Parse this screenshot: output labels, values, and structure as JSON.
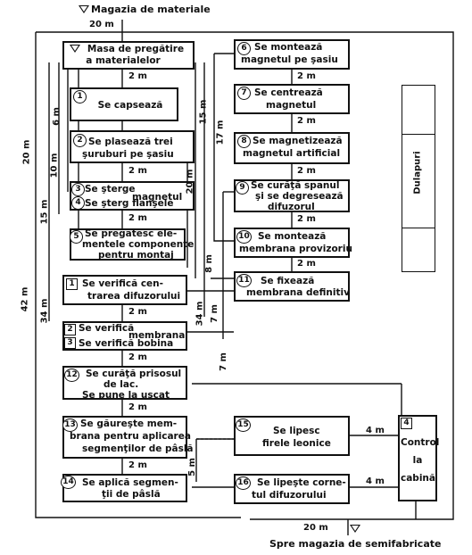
{
  "header": {
    "source": "Magazia de materiale",
    "source_dist": "20 m"
  },
  "footer": {
    "dest": "Spre magazia de semifabricate",
    "dest_dist": "20 m"
  },
  "prep": {
    "label_1": "Masa de pregătire",
    "label_2": "a materialelor"
  },
  "left": [
    {
      "num": "1",
      "lines": [
        "Se capsează"
      ]
    },
    {
      "num": "2",
      "lines": [
        "Se plasează  trei",
        "şuruburi pe şasiu"
      ]
    },
    {
      "num": "3",
      "lines": [
        "Se şterge",
        "magnetul"
      ]
    },
    {
      "num": "4",
      "lines": [
        "Se şterg flanşele"
      ]
    },
    {
      "num": "5",
      "lines": [
        "Se pregătesc ele-",
        "mentele componente",
        "pentru  montaj"
      ]
    }
  ],
  "right": [
    {
      "num": "6",
      "lines": [
        "Se montează",
        "magnetul pe şasiu"
      ]
    },
    {
      "num": "7",
      "lines": [
        "Se centrează",
        "magnetul"
      ]
    },
    {
      "num": "8",
      "lines": [
        "Se magnetizează",
        "magnetul artificial"
      ]
    },
    {
      "num": "9",
      "lines": [
        "Se curăţă spanul",
        "şi se  degresează",
        "difuzorul"
      ]
    },
    {
      "num": "10",
      "lines": [
        "Se montează",
        "membrana provizoriu"
      ]
    },
    {
      "num": "11",
      "lines": [
        "Se fixează",
        "membrana definitiv"
      ]
    }
  ],
  "lower": [
    {
      "num": "1",
      "lines": [
        "Se verifică  cen-",
        "trarea difuzorului"
      ]
    },
    {
      "num": "2",
      "lines": [
        "Se verifică",
        "membrana"
      ]
    },
    {
      "num": "3",
      "lines": [
        "Se verifică bobina"
      ]
    },
    {
      "num": "12",
      "lines": [
        "Se curăţă prisosul",
        "de lac.",
        "Se pune la uscat"
      ]
    },
    {
      "num": "13",
      "lines": [
        "Se găureşte mem-",
        "brana pentru aplicarea",
        "segmenţilor de pâslă"
      ]
    },
    {
      "num": "14",
      "lines": [
        "Se aplică segmen-",
        "ţii de pâslă"
      ]
    }
  ],
  "solder": [
    {
      "num": "15",
      "lines": [
        "Se lipesc",
        "firele leonice"
      ]
    },
    {
      "num": "16",
      "lines": [
        "Se lipeşte corne-",
        "tul difuzorului"
      ]
    }
  ],
  "control": {
    "num": "4",
    "lines": [
      "Control",
      "la",
      "cabină"
    ]
  },
  "cabinet": {
    "label": "Dulapuri"
  },
  "distances": {
    "two": "2 m",
    "four": "4 m",
    "six": "6 m",
    "ten": "10 m",
    "fifteen": "15 m",
    "seventeen": "17 m",
    "twenty": "20 m",
    "fortytwo": "42 m",
    "thirtyfour": "34 m",
    "eight": "8 m",
    "seven": "7 m",
    "five": "5 m"
  }
}
